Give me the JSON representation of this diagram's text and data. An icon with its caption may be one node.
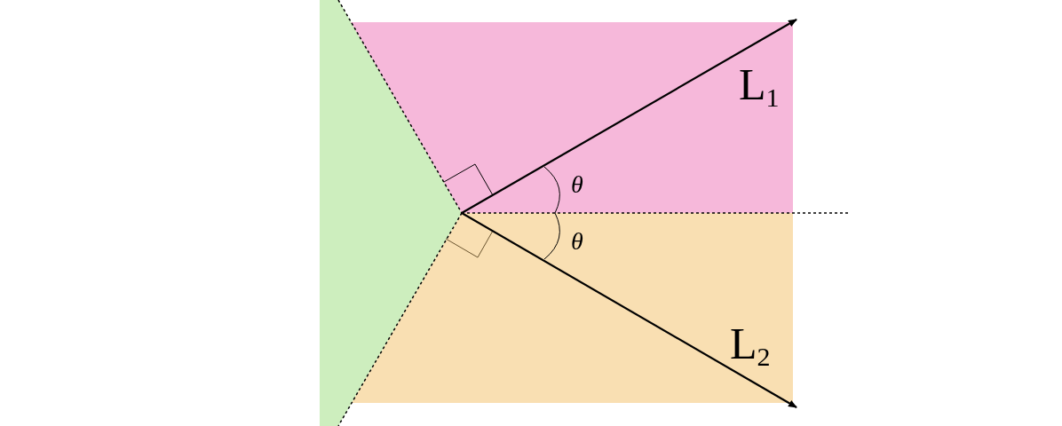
{
  "diagram": {
    "labels": [
      "L$_{1}$",
      "θ",
      "θ",
      "L$_{2}$"
    ]
  }
}
